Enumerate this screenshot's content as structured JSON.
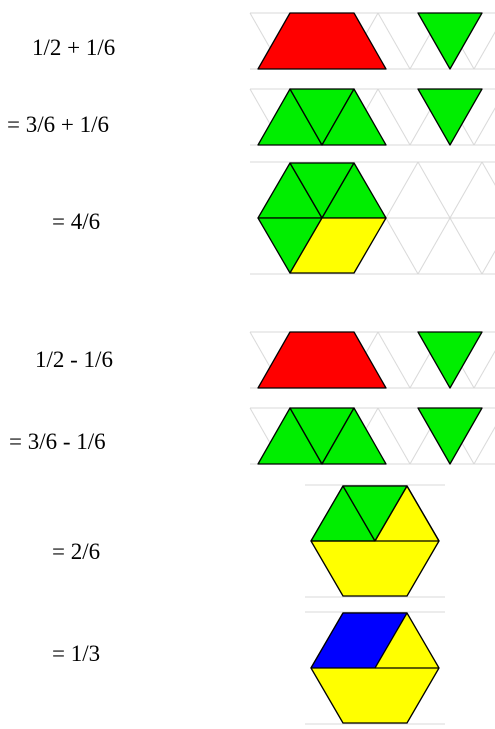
{
  "equations": {
    "add_line1": "1/2 + 1/6",
    "add_line2": "= 3/6 + 1/6",
    "add_line3": "= 4/6",
    "sub_line1": "1/2 - 1/6",
    "sub_line2": "= 3/6 - 1/6",
    "sub_line3": "= 2/6",
    "sub_line4": "= 1/3"
  },
  "colors": {
    "trapezoid": "#ff0000",
    "triangle": "#00ee00",
    "rhombus": "#0000ff",
    "hexagon_remainder": "#ffff00",
    "grid": "#d9d9d9",
    "outline": "#000000"
  },
  "pattern_blocks": {
    "trapezoid_fraction": "1/2",
    "triangle_fraction": "1/6",
    "rhombus_fraction": "1/3"
  }
}
